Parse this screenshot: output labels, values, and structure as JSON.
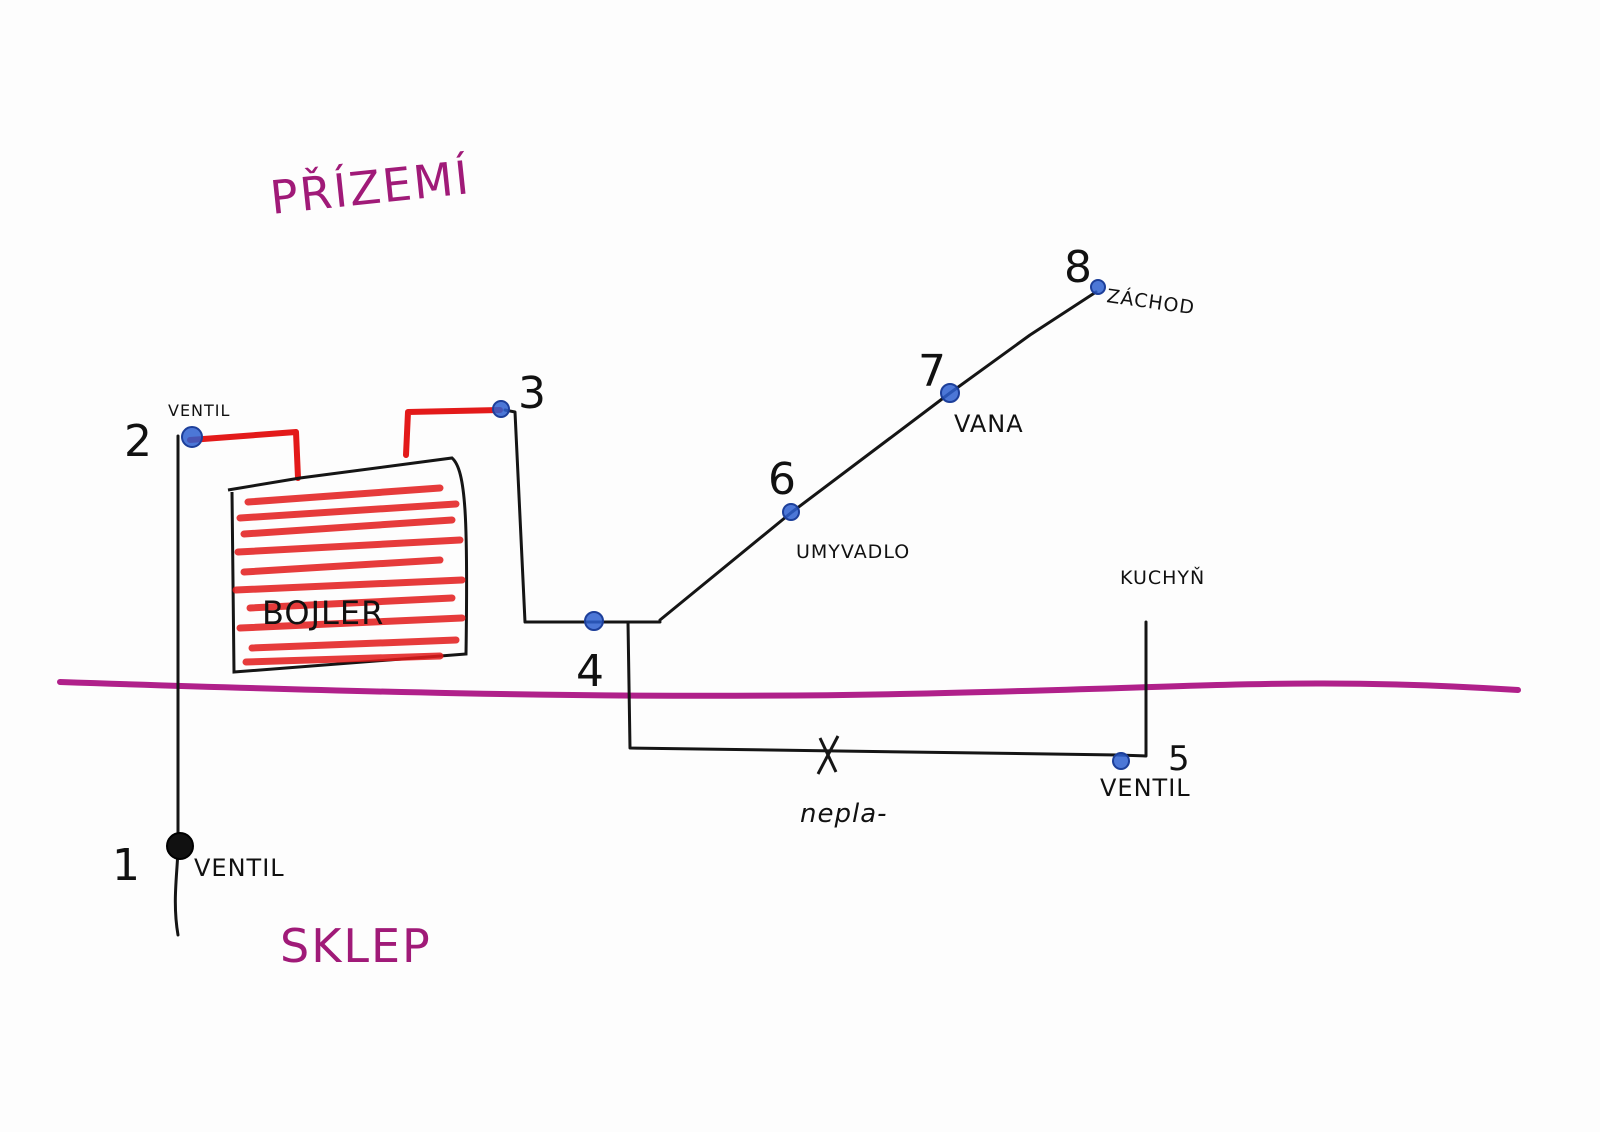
{
  "colors": {
    "floor_line": "#b0208a",
    "floor_text": "#a01a78",
    "pipe": "#151515",
    "hot_pipe": "#e31a1a",
    "valve": "#2d5fd0",
    "valve_main": "#111111"
  },
  "floors": {
    "upper": "PŘÍZEMÍ",
    "lower": "SKLEP"
  },
  "nodes": [
    {
      "id": "1",
      "number": "1",
      "label": "VENTIL"
    },
    {
      "id": "2",
      "number": "2",
      "label": "VENTIL"
    },
    {
      "id": "3",
      "number": "3",
      "label": ""
    },
    {
      "id": "4",
      "number": "4",
      "label": ""
    },
    {
      "id": "5",
      "number": "5",
      "label": "VENTIL"
    },
    {
      "id": "6",
      "number": "6",
      "label": "UMYVADLO"
    },
    {
      "id": "7",
      "number": "7",
      "label": "VANA"
    },
    {
      "id": "8",
      "number": "8",
      "label": "ZÁCHOD"
    }
  ],
  "boiler_label": "BOJLER",
  "kitchen_label": "KUCHYŇ",
  "cut_label": "nepla-"
}
